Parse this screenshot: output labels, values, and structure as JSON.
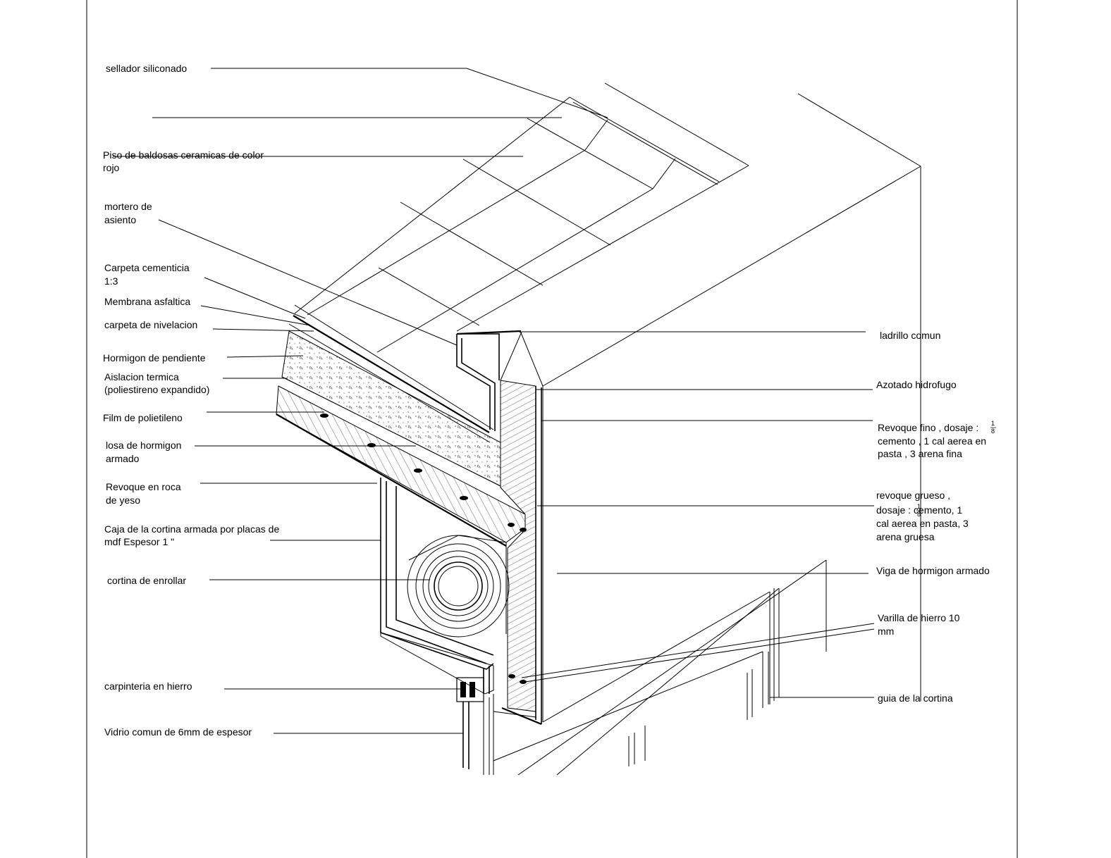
{
  "labels": {
    "sellador": [
      "sellador siliconado"
    ],
    "piso": [
      "Piso de baldosas ceramicas de color",
      "rojo"
    ],
    "mortero": [
      "mortero de",
      "asiento"
    ],
    "carpeta_cementicia": [
      "Carpeta cementicia",
      "1:3"
    ],
    "membrana": [
      "Membrana asfaltica"
    ],
    "carpeta_nivelacion": [
      "carpeta de nivelacion"
    ],
    "hormigon_pendiente": [
      "Hormigon de pendiente"
    ],
    "aislacion": [
      "Aislacion termica",
      "(poliestireno expandido)"
    ],
    "film": [
      "Film de polietileno"
    ],
    "losa": [
      "losa de hormigon",
      "armado"
    ],
    "revoque_yeso": [
      "Revoque en roca",
      "de yeso"
    ],
    "caja": [
      "Caja de la cortina armada por placas de",
      "mdf  Espesor 1 \""
    ],
    "cortina": [
      "cortina de enrollar"
    ],
    "carpinteria": [
      "carpinteria en hierro"
    ],
    "vidrio": [
      "Vidrio comun de 6mm de espesor"
    ],
    "ladrillo": [
      "ladrillo comun"
    ],
    "azotado": [
      "Azotado hidrofugo"
    ],
    "revoque_fino": [
      "Revoque fino , dosaje :",
      "cemento , 1 cal aerea en",
      "pasta , 3 arena fina"
    ],
    "revoque_grueso": [
      "revoque grueso ,",
      "dosaje :    cemento, 1",
      "cal aerea en pasta, 3",
      "arena gruesa"
    ],
    "viga": [
      "Viga de hormigon armado"
    ],
    "varilla": [
      "Varilla de hierro 10",
      "mm"
    ],
    "guia": [
      "guia de la cortina"
    ]
  },
  "fractions": {
    "revoque_fino": {
      "num": "1",
      "den": "8"
    },
    "revoque_grueso": {
      "num": "1",
      "den": "8"
    }
  }
}
